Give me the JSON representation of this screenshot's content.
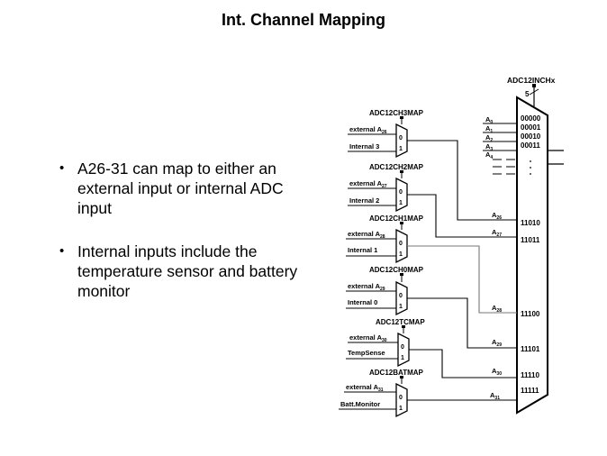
{
  "title": "Int. Channel Mapping",
  "bullets": [
    "A26-31 can map to either an external input or internal ADC input",
    "Internal inputs include the temperature sensor and battery monitor"
  ],
  "diagram": {
    "big_mux_label": "ADC12INCHx",
    "select_width": "5",
    "mux_inputs_top": [
      {
        "letter": "A",
        "sub": "0",
        "code": "00000"
      },
      {
        "letter": "A",
        "sub": "1",
        "code": "00001"
      },
      {
        "letter": "A",
        "sub": "2",
        "code": "00010"
      },
      {
        "letter": "A",
        "sub": "3",
        "code": "00011"
      },
      {
        "letter": "A",
        "sub": "4",
        "code": ""
      }
    ],
    "small_muxes": [
      {
        "label": "ADC12CH3MAP",
        "ext": "external A",
        "ext_sub": "26",
        "int": "Internal 3",
        "out": "A",
        "out_sub": "26",
        "code": "11010"
      },
      {
        "label": "ADC12CH2MAP",
        "ext": "external A",
        "ext_sub": "27",
        "int": "Internal 2",
        "out": "A",
        "out_sub": "27",
        "code": "11011"
      },
      {
        "label": "ADC12CH1MAP",
        "ext": "external A",
        "ext_sub": "28",
        "int": "Internal 1",
        "out": "A",
        "out_sub": "28",
        "code": "11100"
      },
      {
        "label": "ADC12CH0MAP",
        "ext": "external A",
        "ext_sub": "29",
        "int": "Internal 0",
        "out": "A",
        "out_sub": "29",
        "code": "11101"
      },
      {
        "label": "ADC12TCMAP",
        "ext": "external A",
        "ext_sub": "30",
        "int": "TempSense",
        "out": "A",
        "out_sub": "30",
        "code": "11110"
      },
      {
        "label": "ADC12BATMAP",
        "ext": "external A",
        "ext_sub": "31",
        "int": "Batt.Monitor",
        "out": "A",
        "out_sub": "31",
        "code": "11111"
      }
    ],
    "mux_port_0": "0",
    "mux_port_1": "1"
  }
}
